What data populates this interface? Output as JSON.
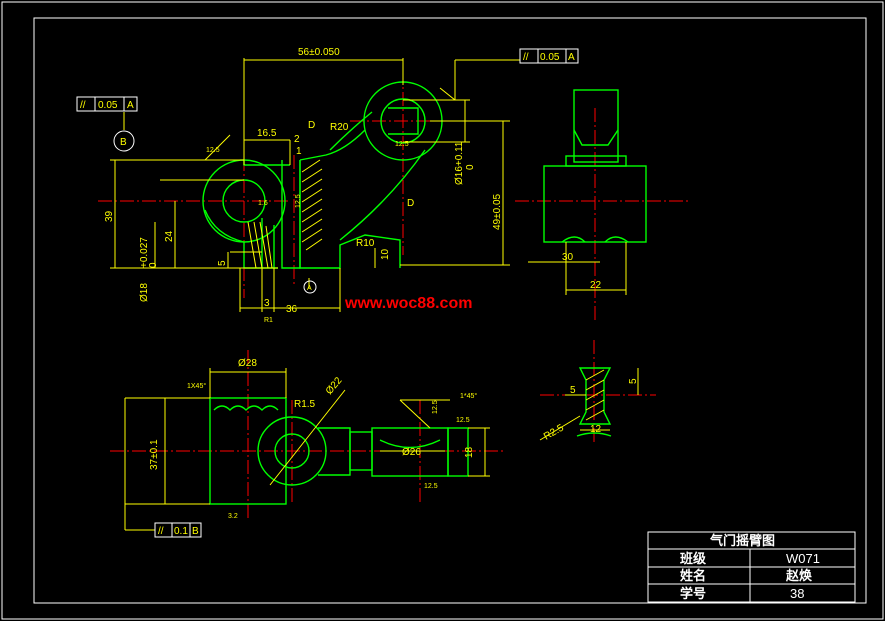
{
  "watermark": "www.woc88.com",
  "title_block": {
    "title": "气门摇臂图",
    "rows": [
      {
        "label": "班级",
        "value": "W071"
      },
      {
        "label": "姓名",
        "value": "赵焕"
      },
      {
        "label": "学号",
        "value": "38"
      }
    ]
  },
  "tolerance_frames": {
    "top_left": {
      "symbol": "//",
      "value": "0.05",
      "datum": "A"
    },
    "top_right": {
      "symbol": "//",
      "value": "0.05",
      "datum": "A"
    },
    "bottom": {
      "symbol": "//",
      "value": "0.1",
      "datum": "B"
    }
  },
  "datum_labels": {
    "b": "B",
    "a": "A"
  },
  "front_view_dims": {
    "d56": "56±0.050",
    "d16_5": "16.5",
    "d2": "2",
    "d1": "1",
    "r20": "R20",
    "dD1": "D",
    "dD2": "D",
    "d16": "Ø16+0.11",
    "d16b": "0",
    "d49": "49±0.05",
    "d39": "39",
    "d24": "24",
    "d18": "Ø18",
    "d18tol": "+0.027",
    "d18tol2": "0",
    "d5": "5",
    "d10": "10",
    "r10": "R10",
    "d3": "3",
    "d36": "36",
    "r1": "R1",
    "s12_5": "12.5",
    "s1_6": "1.6",
    "s12_5b": "12.5",
    "s12_5c": "12.5"
  },
  "side_view_dims": {
    "d30": "30",
    "d22": "22"
  },
  "section_view_dims": {
    "d5a": "5",
    "d5b": "5",
    "r2_5": "R2.5",
    "d12": "12"
  },
  "bottom_view_dims": {
    "d28": "Ø28",
    "c1x45": "1X45°",
    "r1_5": "R1.5",
    "d22": "Ø22",
    "d37": "37±0.1",
    "s3_2": "3.2",
    "c1x45b": "1*45°",
    "s12_5": "12.5",
    "s12_5b": "12.5",
    "s12_5c": "12.5",
    "d26": "Ø26",
    "d18": "18"
  },
  "colors": {
    "background": "#000000",
    "outline": "#00ff00",
    "centerline": "#ff0000",
    "dimension": "#ffff00",
    "hatch": "#ffff00",
    "frame": "#ffffff",
    "watermark": "#ff0000"
  }
}
